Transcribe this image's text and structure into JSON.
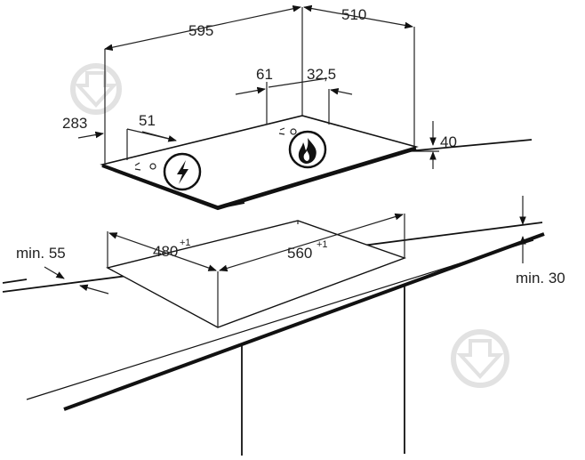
{
  "hob": {
    "width": "595",
    "depth": "510",
    "depth_offset": "283",
    "connection_offset_left": "51",
    "gas_offset_a": "61",
    "gas_offset_b": "32,5",
    "height": "40",
    "electric_icon": "lightning-bolt-icon",
    "gas_icon": "flame-icon"
  },
  "cutout": {
    "width": "560",
    "width_tolerance": "+1",
    "depth": "480",
    "depth_tolerance": "+1",
    "min_rear_distance": "min. 55",
    "min_worktop_thickness": "min. 30"
  },
  "watermark_icon": "drop-logo-icon",
  "colors": {
    "line": "#111111",
    "watermark": "#e2e2e2",
    "background": "#ffffff"
  }
}
